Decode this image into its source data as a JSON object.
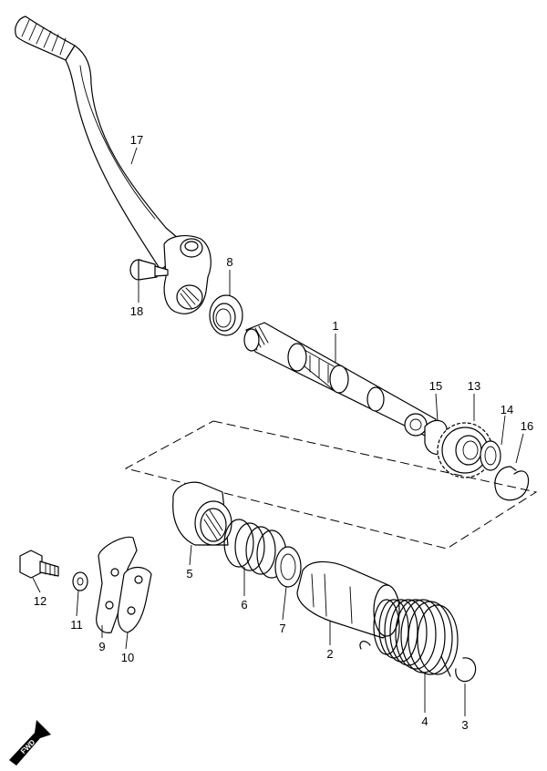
{
  "callouts": [
    {
      "id": "1",
      "text": "1"
    },
    {
      "id": "2",
      "text": "2"
    },
    {
      "id": "3",
      "text": "3"
    },
    {
      "id": "4",
      "text": "4"
    },
    {
      "id": "5",
      "text": "5"
    },
    {
      "id": "6",
      "text": "6"
    },
    {
      "id": "7",
      "text": "7"
    },
    {
      "id": "8",
      "text": "8"
    },
    {
      "id": "9",
      "text": "9"
    },
    {
      "id": "10",
      "text": "10"
    },
    {
      "id": "11",
      "text": "11"
    },
    {
      "id": "12",
      "text": "12"
    },
    {
      "id": "13",
      "text": "13"
    },
    {
      "id": "14",
      "text": "14"
    },
    {
      "id": "15",
      "text": "15"
    },
    {
      "id": "16",
      "text": "16"
    },
    {
      "id": "17",
      "text": "17"
    },
    {
      "id": "18",
      "text": "18"
    }
  ],
  "fwd_badge": {
    "text": "FWD"
  },
  "icons": {
    "fwd": "forward-arrow-icon"
  }
}
